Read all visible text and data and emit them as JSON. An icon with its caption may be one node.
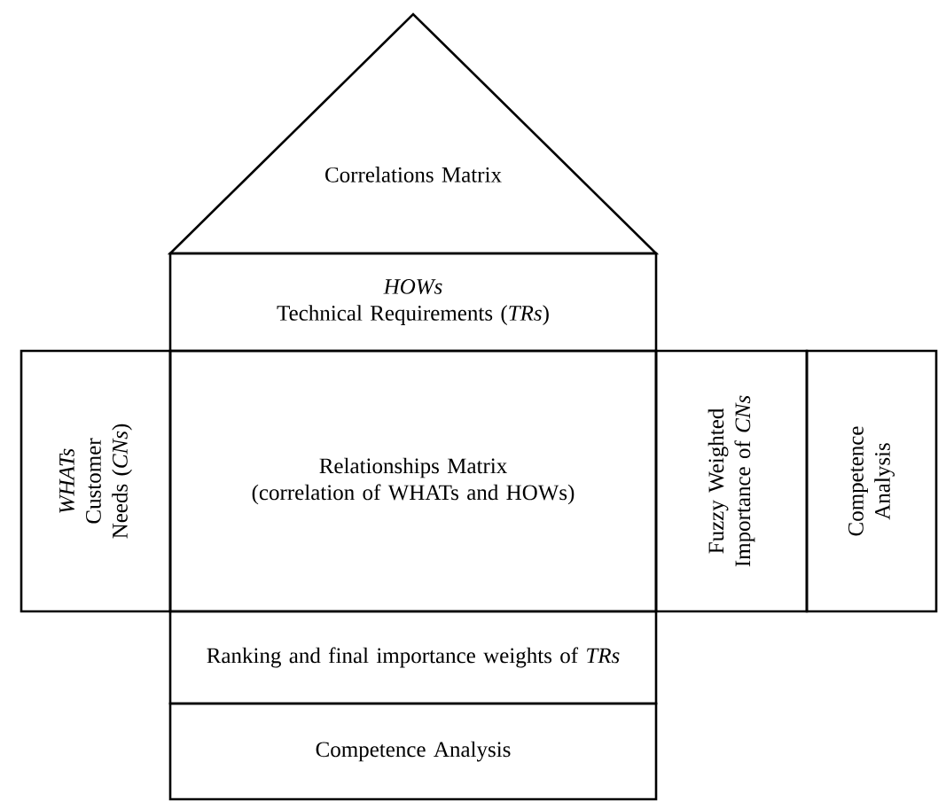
{
  "diagram": {
    "nodes": [
      {
        "text": [
          "Correlations Matrix"
        ]
      },
      {
        "text": [
          "HOWs",
          "Technical Requirements (*TRs*)"
        ]
      },
      {
        "text": [
          "WHATs",
          "Customer Needs (*CNs*)"
        ]
      },
      {
        "text": [
          "Relationships Matrix",
          "(correlation of WHATs and HOWs)"
        ]
      },
      {
        "text": [
          "Fuzzy Weighted Importance of *CNs*"
        ]
      },
      {
        "text": [
          "Competence Analysis"
        ]
      },
      {
        "text": [
          "Ranking and final importance weights of *TRs*"
        ]
      },
      {
        "text": [
          "Competence Analysis"
        ]
      }
    ]
  }
}
